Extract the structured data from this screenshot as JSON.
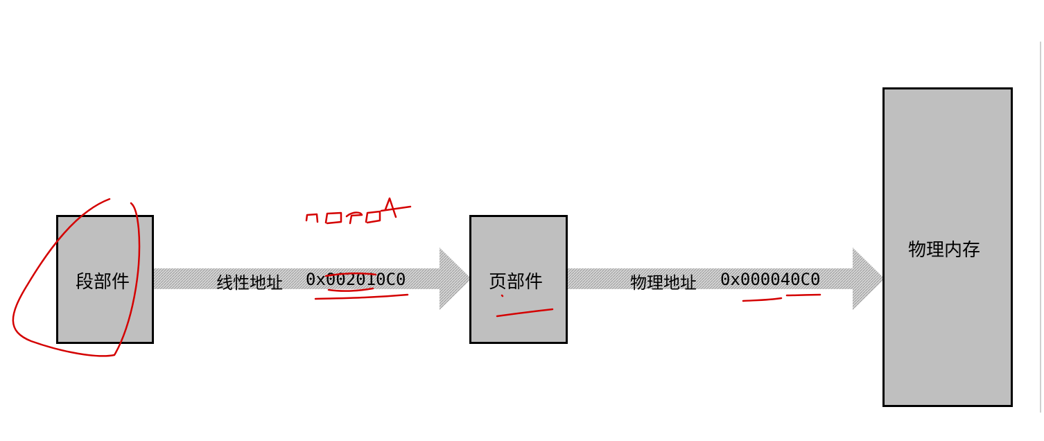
{
  "diagram": {
    "segment_unit": {
      "label": "段部件"
    },
    "paging_unit": {
      "label": "页部件"
    },
    "physical_memory": {
      "label": "物理内存"
    },
    "linear_arrow": {
      "label": "线性地址",
      "address": "0x002010C0"
    },
    "physical_arrow": {
      "label": "物理地址",
      "address": "0x000040C0"
    }
  },
  "annotations": {
    "handwritten_note": "00004",
    "ink_color": "#d40000"
  },
  "colors": {
    "box_fill": "#bfbfbf",
    "arrow_fill": "#c4c4c4",
    "outline": "#000000"
  }
}
